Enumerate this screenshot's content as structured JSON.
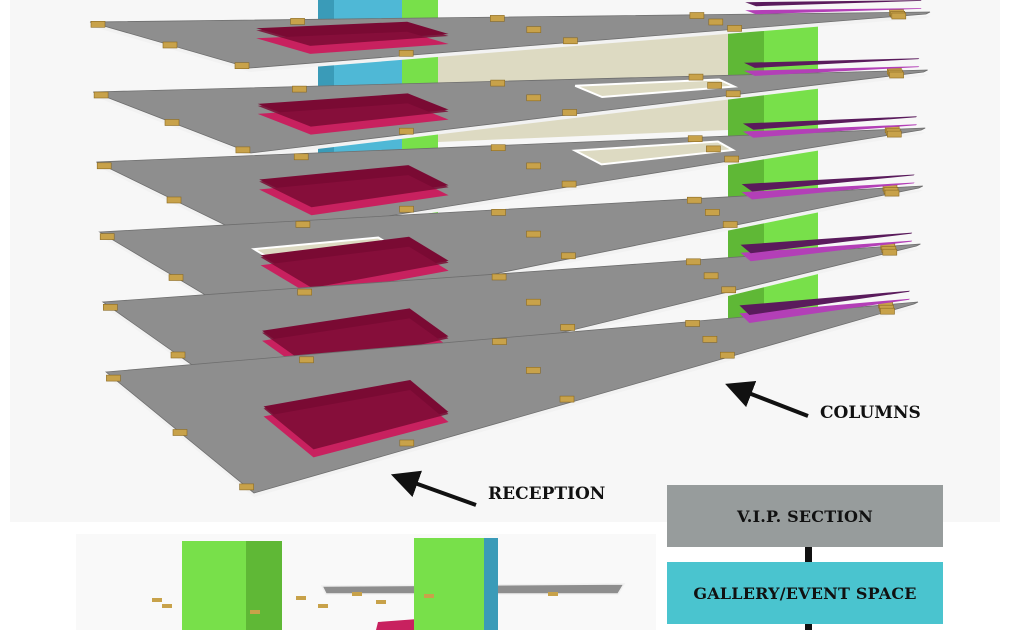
{
  "title": "",
  "labels": {
    "columns": "COLUMNS",
    "reception": "RECEPTION"
  },
  "legend": [
    {
      "label": "V.I.P. SECTION",
      "color": "#979c9c"
    },
    {
      "label": "GALLERY/EVENT SPACE",
      "color": "#4ac4cf"
    }
  ],
  "colors": {
    "floor": "#8e8e8e",
    "floor_edge": "#f2f2f2",
    "column": "#c8a24a",
    "reception": "#c8215f",
    "reception_dark": "#7a0a34",
    "purple": "#b33fb7",
    "purple_dark": "#5a1b5c",
    "core_blue": "#4fb8d6",
    "core_green": "#78e04a",
    "void": "#dddac2"
  },
  "floors_count": 6
}
